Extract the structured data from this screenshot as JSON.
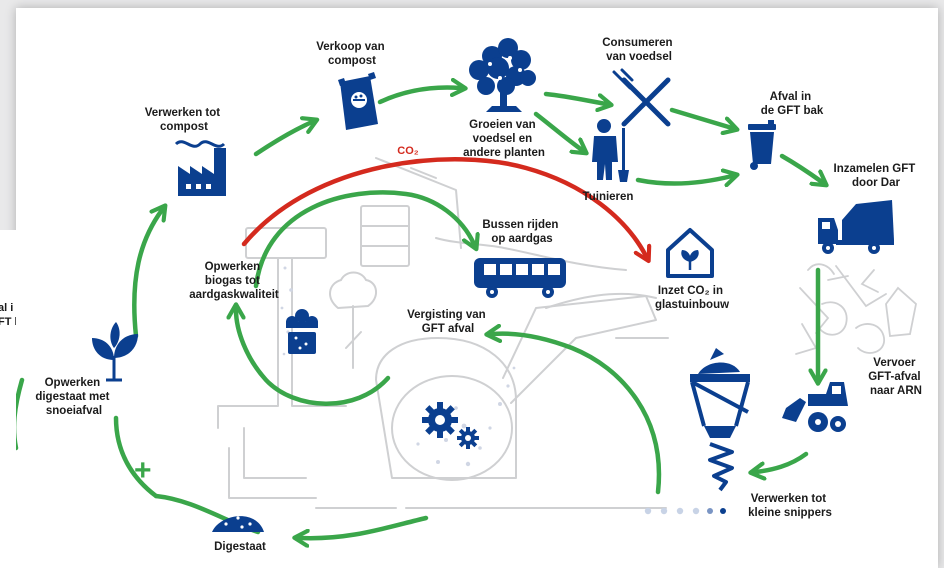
{
  "labels": {
    "verkoop_compost": [
      "Verkoop van",
      "compost"
    ],
    "verwerken_compost": [
      "Verwerken tot",
      "compost"
    ],
    "groeien": [
      "Groeien van",
      "voedsel en",
      "andere planten"
    ],
    "consumeren": [
      "Consumeren",
      "van voedsel"
    ],
    "afval_gft": [
      "Afval in",
      "de GFT bak"
    ],
    "tuinieren": [
      "Tuinieren"
    ],
    "inzamelen": [
      "Inzamelen GFT",
      "door Dar"
    ],
    "co2": "CO₂",
    "bussen": [
      "Bussen rijden",
      "op aardgas"
    ],
    "inzet_co2": [
      "Inzet CO₂ in",
      "glastuinbouw"
    ],
    "opwerken_biogas": [
      "Opwerken",
      "biogas tot",
      "aardgaskwaliteit"
    ],
    "vergisting": [
      "Vergisting van",
      "GFT afval"
    ],
    "vervoer": [
      "Vervoer",
      "GFT-afval",
      "naar ARN"
    ],
    "opwerken_digestaat": [
      "Opwerken",
      "digestaat met",
      "snoeiafval"
    ],
    "verwerken_snippers": [
      "Verwerken tot",
      "kleine snippers"
    ],
    "digestaat": [
      "Digestaat"
    ],
    "plus": "+"
  },
  "left_fragments": [
    "al i",
    "FT b"
  ],
  "colors": {
    "blue": "#0b3f8f",
    "green": "#3aa64a",
    "red": "#d42a1e",
    "sketch": "#cfd0d2",
    "dot_light": "#c8d3e6"
  },
  "icons": [
    "compost-bag-icon",
    "tree-icon",
    "cutlery-icon",
    "factory-icon",
    "gardener-icon",
    "trash-bin-icon",
    "truck-icon",
    "bus-icon",
    "greenhouse-icon",
    "biogas-plant-icon",
    "plant-icon",
    "shredder-icon",
    "loader-icon",
    "gears-icon",
    "digestate-pile-icon"
  ]
}
